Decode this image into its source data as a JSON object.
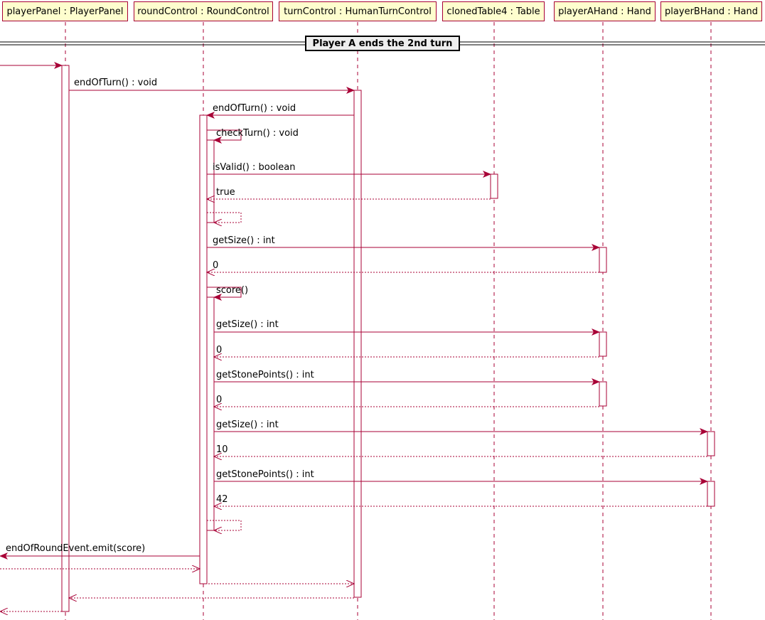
{
  "participants": [
    {
      "id": "playerPanel",
      "label": "playerPanel : PlayerPanel"
    },
    {
      "id": "roundControl",
      "label": "roundControl : RoundControl"
    },
    {
      "id": "turnControl",
      "label": "turnControl : HumanTurnControl"
    },
    {
      "id": "clonedTable4",
      "label": "clonedTable4 : Table"
    },
    {
      "id": "playerAHand",
      "label": "playerAHand : Hand"
    },
    {
      "id": "playerBHand",
      "label": "playerBHand : Hand"
    }
  ],
  "separator": {
    "label": "Player A ends the 2nd turn"
  },
  "messages": [
    {
      "from": "external",
      "to": "playerPanel",
      "label": "",
      "kind": "call"
    },
    {
      "from": "playerPanel",
      "to": "turnControl",
      "label": "endOfTurn() : void",
      "kind": "call"
    },
    {
      "from": "turnControl",
      "to": "roundControl",
      "label": "endOfTurn() : void",
      "kind": "call"
    },
    {
      "from": "roundControl",
      "to": "roundControl",
      "label": "checkTurn() : void",
      "kind": "self-call"
    },
    {
      "from": "roundControl",
      "to": "clonedTable4",
      "label": "isValid() : boolean",
      "kind": "call"
    },
    {
      "from": "clonedTable4",
      "to": "roundControl",
      "label": "true",
      "kind": "return"
    },
    {
      "from": "roundControl",
      "to": "roundControl",
      "label": "",
      "kind": "self-return"
    },
    {
      "from": "roundControl",
      "to": "playerAHand",
      "label": "getSize() : int",
      "kind": "call"
    },
    {
      "from": "playerAHand",
      "to": "roundControl",
      "label": "0",
      "kind": "return"
    },
    {
      "from": "roundControl",
      "to": "roundControl",
      "label": "score()",
      "kind": "self-call"
    },
    {
      "from": "roundControl",
      "to": "playerAHand",
      "label": "getSize() : int",
      "kind": "call"
    },
    {
      "from": "playerAHand",
      "to": "roundControl",
      "label": "0",
      "kind": "return"
    },
    {
      "from": "roundControl",
      "to": "playerAHand",
      "label": "getStonePoints() : int",
      "kind": "call"
    },
    {
      "from": "playerAHand",
      "to": "roundControl",
      "label": "0",
      "kind": "return"
    },
    {
      "from": "roundControl",
      "to": "playerBHand",
      "label": "getSize() : int",
      "kind": "call"
    },
    {
      "from": "playerBHand",
      "to": "roundControl",
      "label": "10",
      "kind": "return"
    },
    {
      "from": "roundControl",
      "to": "playerBHand",
      "label": "getStonePoints() : int",
      "kind": "call"
    },
    {
      "from": "playerBHand",
      "to": "roundControl",
      "label": "42",
      "kind": "return"
    },
    {
      "from": "roundControl",
      "to": "roundControl",
      "label": "",
      "kind": "self-return"
    },
    {
      "from": "roundControl",
      "to": "external",
      "label": "endOfRoundEvent.emit(score)",
      "kind": "call"
    },
    {
      "from": "external",
      "to": "roundControl",
      "label": "",
      "kind": "return"
    },
    {
      "from": "roundControl",
      "to": "turnControl",
      "label": "",
      "kind": "return"
    },
    {
      "from": "turnControl",
      "to": "playerPanel",
      "label": "",
      "kind": "return"
    },
    {
      "from": "playerPanel",
      "to": "external",
      "label": "",
      "kind": "return"
    }
  ],
  "colors": {
    "line": "#A80036",
    "participant_fill": "#FEFECE",
    "separator_fill": "#EEEEEE"
  }
}
